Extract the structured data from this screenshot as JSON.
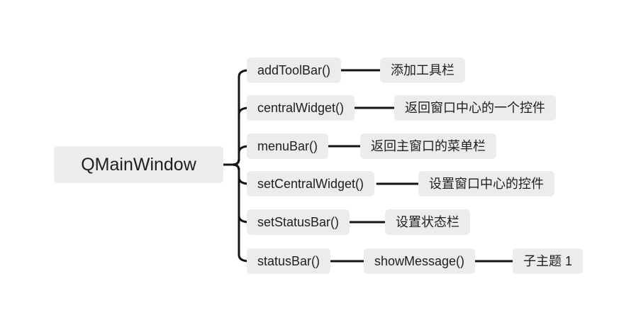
{
  "root": {
    "label": "QMainWindow"
  },
  "branches": [
    {
      "label": "addToolBar()",
      "child": {
        "label": "添加工具栏"
      }
    },
    {
      "label": "centralWidget()",
      "child": {
        "label": "返回窗口中心的一个控件"
      }
    },
    {
      "label": "menuBar()",
      "child": {
        "label": "返回主窗口的菜单栏"
      }
    },
    {
      "label": "setCentralWidget()",
      "child": {
        "label": "设置窗口中心的控件"
      }
    },
    {
      "label": "setStatusBar()",
      "child": {
        "label": "设置状态栏"
      }
    },
    {
      "label": "statusBar()",
      "child": {
        "label": "showMessage()",
        "child": {
          "label": "子主题 1"
        }
      }
    }
  ],
  "colors": {
    "background": "#ffffff",
    "node_bg": "#ececec",
    "node_text": "#1f1f1f",
    "line": "#141414"
  }
}
